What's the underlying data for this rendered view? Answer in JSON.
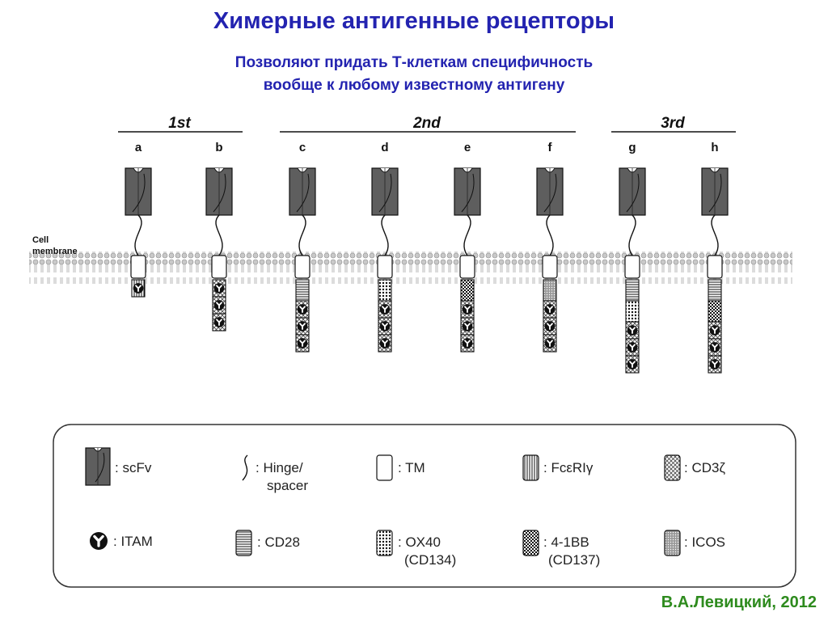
{
  "header": {
    "title": "Химерные антигенные рецепторы",
    "subtitle_line1": "Позволяют придать Т-клеткам специфичность",
    "subtitle_line2": "вообще к любому известному антигену"
  },
  "generations": [
    {
      "label": "1st"
    },
    {
      "label": "2nd"
    },
    {
      "label": "3rd"
    }
  ],
  "membrane_label": {
    "line1": "Cell",
    "line2": "membrane"
  },
  "receptors": [
    {
      "label": "a",
      "generation": "1st",
      "domains": [
        "FcεRIγ-ITAM"
      ]
    },
    {
      "label": "b",
      "generation": "1st",
      "domains": [
        "CD3ζ-ITAM",
        "CD3ζ-ITAM",
        "CD3ζ-ITAM"
      ]
    },
    {
      "label": "c",
      "generation": "2nd",
      "domains": [
        "CD28",
        "CD3ζ-ITAM",
        "CD3ζ-ITAM",
        "CD3ζ-ITAM"
      ]
    },
    {
      "label": "d",
      "generation": "2nd",
      "domains": [
        "OX40",
        "CD3ζ-ITAM",
        "CD3ζ-ITAM",
        "CD3ζ-ITAM"
      ]
    },
    {
      "label": "e",
      "generation": "2nd",
      "domains": [
        "4-1BB",
        "CD3ζ-ITAM",
        "CD3ζ-ITAM",
        "CD3ζ-ITAM"
      ]
    },
    {
      "label": "f",
      "generation": "2nd",
      "domains": [
        "ICOS",
        "CD3ζ-ITAM",
        "CD3ζ-ITAM",
        "CD3ζ-ITAM"
      ]
    },
    {
      "label": "g",
      "generation": "3rd",
      "domains": [
        "CD28",
        "OX40",
        "CD3ζ-ITAM",
        "CD3ζ-ITAM",
        "CD3ζ-ITAM"
      ]
    },
    {
      "label": "h",
      "generation": "3rd",
      "domains": [
        "CD28",
        "4-1BB",
        "CD3ζ-ITAM",
        "CD3ζ-ITAM",
        "CD3ζ-ITAM"
      ]
    }
  ],
  "legend": {
    "scfv": ": scFv",
    "hinge_line1": ": Hinge/",
    "hinge_line2": "spacer",
    "tm": ": TM",
    "fceri": ": FcεRIγ",
    "cd3z": ": CD3ζ",
    "itam": ": ITAM",
    "cd28": ": CD28",
    "ox40_line1": ": OX40",
    "ox40_line2": "(CD134)",
    "bb_line1": ": 4-1BB",
    "bb_line2": "(CD137)",
    "icos": ": ICOS"
  },
  "author": "В.А.Левицкий, 2012",
  "colors": {
    "title": "#2323b0",
    "author": "#2e8b1e",
    "scfv": "#5e5e5e"
  }
}
